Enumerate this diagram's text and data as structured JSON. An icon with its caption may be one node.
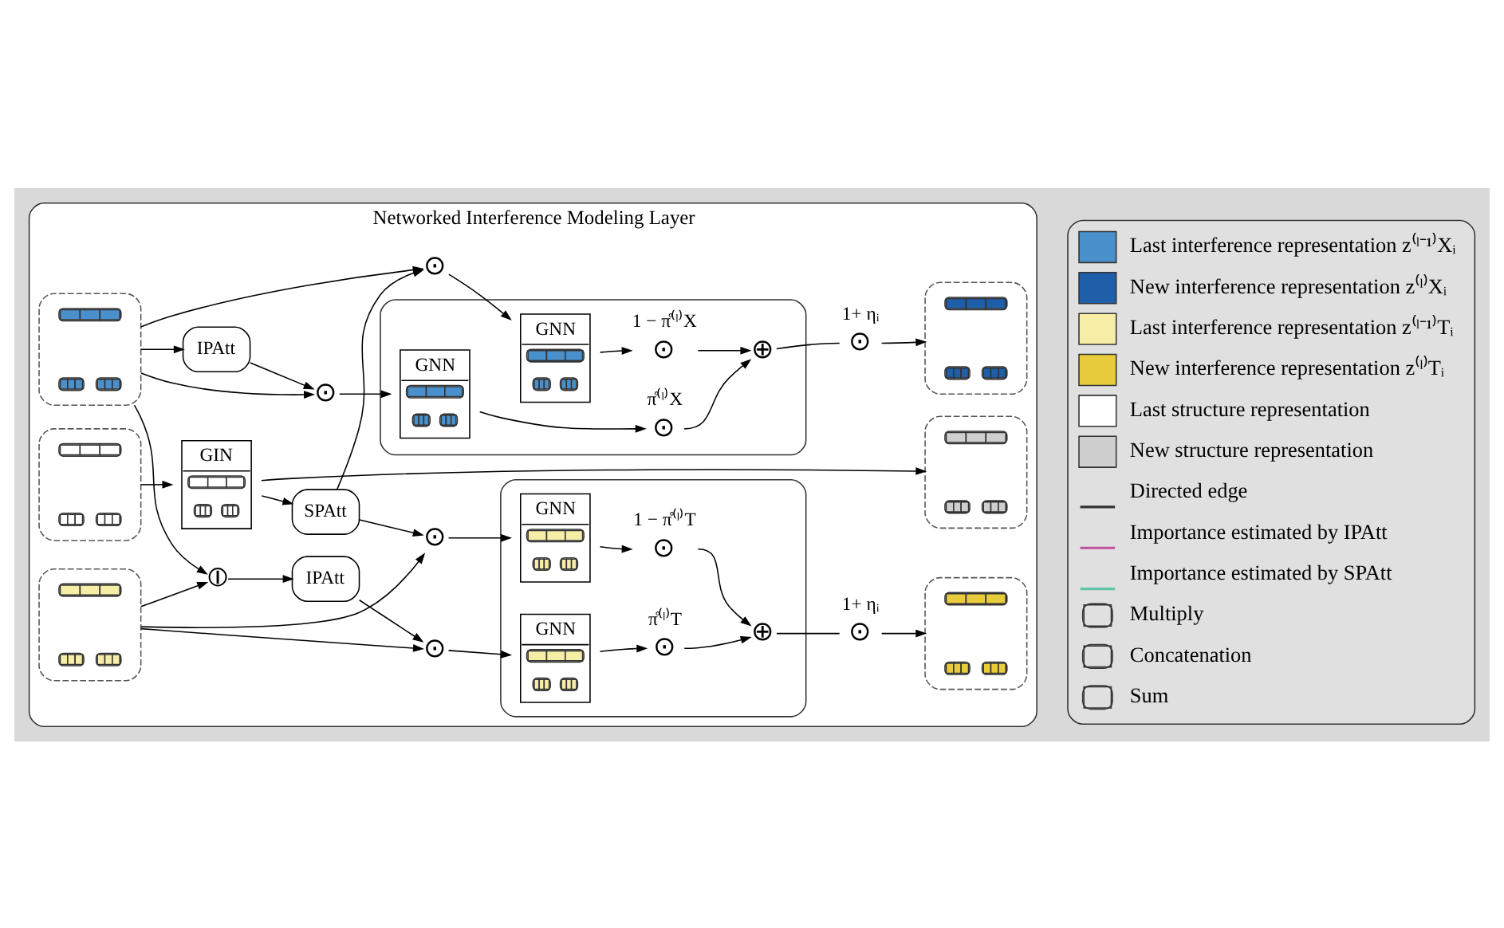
{
  "diagram": {
    "nodes": [
      {
        "text": [
          "Networked Interference Modeling Layer"
        ]
      },
      {
        "text": [
          "IPAtt"
        ],
        "in": 0
      },
      {
        "text": [],
        "shape": "box",
        "in": 0
      },
      {
        "text": [
          "⊙"
        ],
        "in": 0
      },
      {
        "text": [
          "⊙"
        ],
        "in": 0
      },
      {
        "text": [],
        "shape": "box",
        "in": 0
      },
      {
        "text": [
          "GNN"
        ],
        "in": 5
      },
      {
        "text": [
          "GNN"
        ],
        "in": 5
      },
      {
        "text": [
          "⊙"
        ],
        "in": 5,
        "beside": [
          "π̊⁽ˡ⁾X"
        ]
      },
      {
        "text": [
          "⊙"
        ],
        "in": 5,
        "beside": [
          "1 − π̊⁽ˡ⁾X"
        ]
      },
      {
        "text": [
          "⊕"
        ],
        "in": 5
      },
      {
        "text": [
          "⊙"
        ],
        "in": 0,
        "beside": [
          "1+ ηᵢ"
        ]
      },
      {
        "text": [],
        "shape": "box",
        "in": 0
      },
      {
        "text": [],
        "shape": "box",
        "in": 0
      },
      {
        "text": [
          "GIN"
        ],
        "in": 0
      },
      {
        "text": [
          "SPAtt"
        ],
        "in": 0
      },
      {
        "text": [],
        "shape": "box",
        "in": 0
      },
      {
        "text": [],
        "shape": "box",
        "in": 0
      },
      {
        "text": [
          "⊙"
        ],
        "in": 0
      },
      {
        "text": [
          "⊙"
        ],
        "in": 0
      },
      {
        "text": [],
        "shape": "box",
        "in": 0
      },
      {
        "text": [
          "GNN"
        ],
        "in": 20
      },
      {
        "text": [
          "GNN"
        ],
        "in": 20
      },
      {
        "text": [
          "⊙"
        ],
        "in": 20,
        "beside": [
          "1 − π̊⁽ˡ⁾T"
        ]
      },
      {
        "text": [
          "⊙"
        ],
        "in": 20,
        "beside": [
          "π̊⁽ˡ⁾T"
        ]
      },
      {
        "text": [
          "⊕"
        ],
        "in": 20
      },
      {
        "text": [
          "⊙"
        ],
        "in": 0,
        "beside": [
          "1+ ηᵢ"
        ]
      },
      {
        "text": [],
        "shape": "box",
        "in": 0
      },
      {
        "text": [
          "⦶"
        ],
        "in": 0
      },
      {
        "text": [
          "IPAtt"
        ],
        "in": 0
      }
    ],
    "edges": [
      {
        "from": 2,
        "to": 1,
        "arrow": "to"
      },
      {
        "from": 2,
        "to": 3,
        "arrow": "to"
      },
      {
        "from": 2,
        "to": 4,
        "arrow": "to"
      },
      {
        "from": 1,
        "to": 3,
        "arrow": "to"
      },
      {
        "from": 15,
        "to": 4,
        "arrow": "to"
      },
      {
        "from": 3,
        "to": 6,
        "arrow": "to"
      },
      {
        "from": 4,
        "to": 7,
        "arrow": "to"
      },
      {
        "from": 6,
        "to": 8,
        "arrow": "to"
      },
      {
        "from": 7,
        "to": 9,
        "arrow": "to"
      },
      {
        "from": 8,
        "to": 10,
        "arrow": "to"
      },
      {
        "from": 9,
        "to": 10,
        "arrow": "to"
      },
      {
        "from": 10,
        "to": 11,
        "arrow": "none"
      },
      {
        "from": 11,
        "to": 12,
        "arrow": "to"
      },
      {
        "from": 13,
        "to": 14,
        "arrow": "to"
      },
      {
        "from": 14,
        "to": 15,
        "arrow": "to"
      },
      {
        "from": 14,
        "to": 16,
        "arrow": "to"
      },
      {
        "from": 15,
        "to": 18,
        "arrow": "to"
      },
      {
        "from": 17,
        "to": 18,
        "arrow": "to"
      },
      {
        "from": 17,
        "to": 19,
        "arrow": "to"
      },
      {
        "from": 17,
        "to": 28,
        "arrow": "to"
      },
      {
        "from": 2,
        "to": 28,
        "arrow": "to"
      },
      {
        "from": 28,
        "to": 29,
        "arrow": "to"
      },
      {
        "from": 29,
        "to": 19,
        "arrow": "to"
      },
      {
        "from": 18,
        "to": 21,
        "arrow": "to"
      },
      {
        "from": 19,
        "to": 22,
        "arrow": "to"
      },
      {
        "from": 21,
        "to": 23,
        "arrow": "to"
      },
      {
        "from": 22,
        "to": 24,
        "arrow": "to"
      },
      {
        "from": 23,
        "to": 25,
        "arrow": "to"
      },
      {
        "from": 24,
        "to": 25,
        "arrow": "to"
      },
      {
        "from": 25,
        "to": 26,
        "arrow": "none"
      },
      {
        "from": 26,
        "to": 27,
        "arrow": "to"
      }
    ],
    "legend": [
      {
        "text": "Last interference representation z⁽ˡ⁻¹⁾Xᵢ",
        "color": "#4a90cc"
      },
      {
        "text": "New interference representation z⁽ˡ⁾Xᵢ",
        "color": "#1f5ea8"
      },
      {
        "text": "Last interference representation z⁽ˡ⁻¹⁾Tᵢ",
        "color": "#f6eea6"
      },
      {
        "text": "New interference representation z⁽ˡ⁾Tᵢ",
        "color": "#e8cc3c"
      },
      {
        "text": "Last structure representation",
        "color": "#ffffff"
      },
      {
        "text": "New structure representation",
        "color": "#cfcfcf"
      },
      {
        "text": "Directed edge"
      },
      {
        "text": "Importance estimated by IPAtt"
      },
      {
        "text": "Importance estimated by SPAtt"
      },
      {
        "text": "Multiply"
      },
      {
        "text": "Concatenation"
      },
      {
        "text": "Sum"
      }
    ]
  }
}
